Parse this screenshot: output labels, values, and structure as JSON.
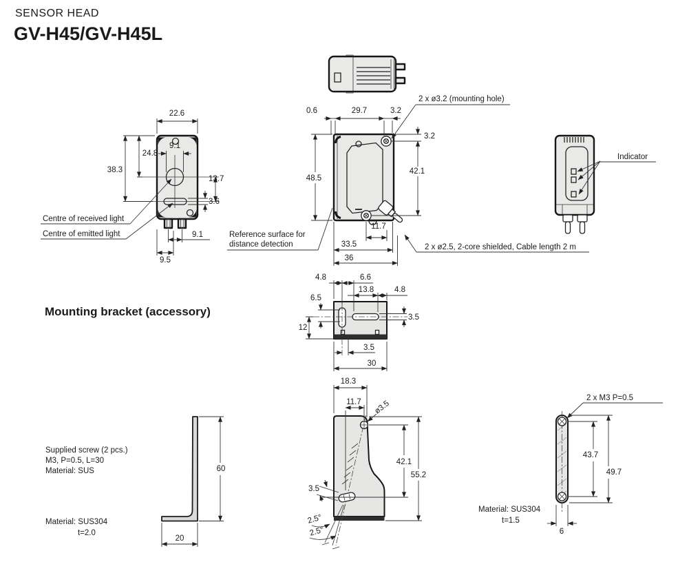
{
  "header": {
    "category": "SENSOR HEAD",
    "model": "GV-H45/GV-H45L"
  },
  "sections": {
    "bracket_heading": "Mounting bracket (accessory)"
  },
  "callouts": {
    "mounting_hole": "2 x ø3.2 (mounting hole)",
    "cable": "2 x ø2.5, 2-core shielded, Cable length 2 m",
    "indicator": "Indicator",
    "received_light": "Centre of received light",
    "emitted_light": "Centre of emitted light",
    "reference_line1": "Reference surface for",
    "reference_line2": "distance detection",
    "plate_screw": "2 x M3 P=0.5"
  },
  "notes": {
    "supplied_screw1": "Supplied screw (2 pcs.)",
    "supplied_screw2": "M3, P=0.5, L=30",
    "supplied_screw3": "Material: SUS",
    "lbracket_material": "Material: SUS304",
    "lbracket_thickness": "t=2.0",
    "plate_material": "Material: SUS304",
    "plate_thickness": "t=1.5"
  },
  "dims": {
    "front": {
      "width": "22.6",
      "lens_dia": "9.1",
      "top_to_lens": "24.8",
      "top_to_slot": "38.3",
      "lens_to_slot": "13.7",
      "slot_height": "3.6",
      "pin_pitch": "9.1",
      "edge_to_pin": "9.5"
    },
    "side": {
      "ref_offset": "0.6",
      "to_hole": "29.7",
      "hole_to_edge": "3.2",
      "top_to_hole": "3.2",
      "hole_to_hole": "42.1",
      "height": "48.5",
      "hole_to_cable": "11.7",
      "bottom_width": "33.5",
      "total_depth": "36"
    },
    "bracket_top": {
      "left_to_slot": "4.8",
      "slot_gap": "6.6",
      "hslot_len": "13.8",
      "hslot_to_edge": "4.8",
      "vslot_len": "6.5",
      "center_to_bottom": "12",
      "hslot_width": "3.5",
      "tab_width": "3.5",
      "width": "30"
    },
    "bracket_front": {
      "top_width": "18.3",
      "hole_offset": "11.7",
      "hole_dia": "ø3.5",
      "hole_to_slot": "42.1",
      "height": "55.2",
      "slot_width": "3.5",
      "angle1": "2.5°",
      "angle2": "2.5°"
    },
    "plate": {
      "hole_pitch": "43.7",
      "length": "49.7",
      "width": "6"
    },
    "lbracket": {
      "height": "60",
      "base": "20"
    }
  }
}
